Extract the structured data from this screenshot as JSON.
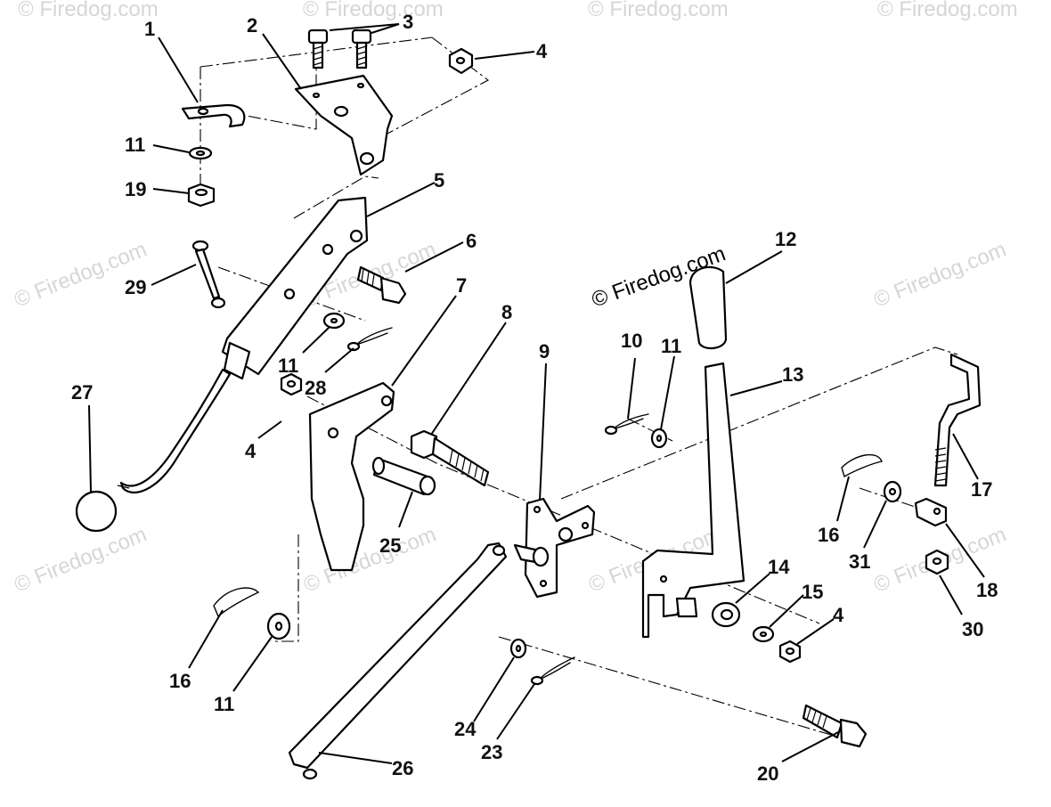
{
  "diagram": {
    "watermark_text": "© Firedog.com",
    "brand_label": "© Firedog.com",
    "callouts": [
      {
        "id": "c1",
        "text": "1"
      },
      {
        "id": "c2",
        "text": "2"
      },
      {
        "id": "c3",
        "text": "3"
      },
      {
        "id": "c4a",
        "text": "4"
      },
      {
        "id": "c11a",
        "text": "11"
      },
      {
        "id": "c19",
        "text": "19"
      },
      {
        "id": "c5",
        "text": "5"
      },
      {
        "id": "c6",
        "text": "6"
      },
      {
        "id": "c29",
        "text": "29"
      },
      {
        "id": "c7",
        "text": "7"
      },
      {
        "id": "c8",
        "text": "8"
      },
      {
        "id": "c12",
        "text": "12"
      },
      {
        "id": "c11b",
        "text": "11"
      },
      {
        "id": "c28",
        "text": "28"
      },
      {
        "id": "c27",
        "text": "27"
      },
      {
        "id": "c4b",
        "text": "4"
      },
      {
        "id": "c9",
        "text": "9"
      },
      {
        "id": "c10",
        "text": "10"
      },
      {
        "id": "c11c",
        "text": "11"
      },
      {
        "id": "c13",
        "text": "13"
      },
      {
        "id": "c25",
        "text": "25"
      },
      {
        "id": "c17",
        "text": "17"
      },
      {
        "id": "c16a",
        "text": "16"
      },
      {
        "id": "c31",
        "text": "31"
      },
      {
        "id": "c18",
        "text": "18"
      },
      {
        "id": "c14",
        "text": "14"
      },
      {
        "id": "c15",
        "text": "15"
      },
      {
        "id": "c4c",
        "text": "4"
      },
      {
        "id": "c30",
        "text": "30"
      },
      {
        "id": "c16b",
        "text": "16"
      },
      {
        "id": "c11d",
        "text": "11"
      },
      {
        "id": "c24",
        "text": "24"
      },
      {
        "id": "c23",
        "text": "23"
      },
      {
        "id": "c26",
        "text": "26"
      },
      {
        "id": "c20",
        "text": "20"
      }
    ]
  }
}
